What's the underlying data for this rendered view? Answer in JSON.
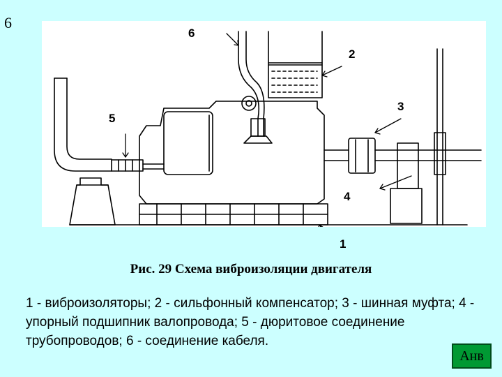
{
  "slide_number": "6",
  "figure": {
    "labels": {
      "l1": "1",
      "l2": "2",
      "l3": "3",
      "l4": "4",
      "l5": "5",
      "l6": "6"
    }
  },
  "caption": "Рис. 29  Схема виброизоляции двигателя",
  "legend": "1 - виброизоляторы; 2 - сильфонный компенсатор; 3 - шинная муфта; 4 - упорный подшипник валопровода; 5 - дюритовое соединение трубопроводов; 6 - соединение кабеля.",
  "nav_button": "Анв",
  "colors": {
    "background": "#ccffff",
    "figure_bg": "#ffffff",
    "button_bg": "#009933"
  }
}
